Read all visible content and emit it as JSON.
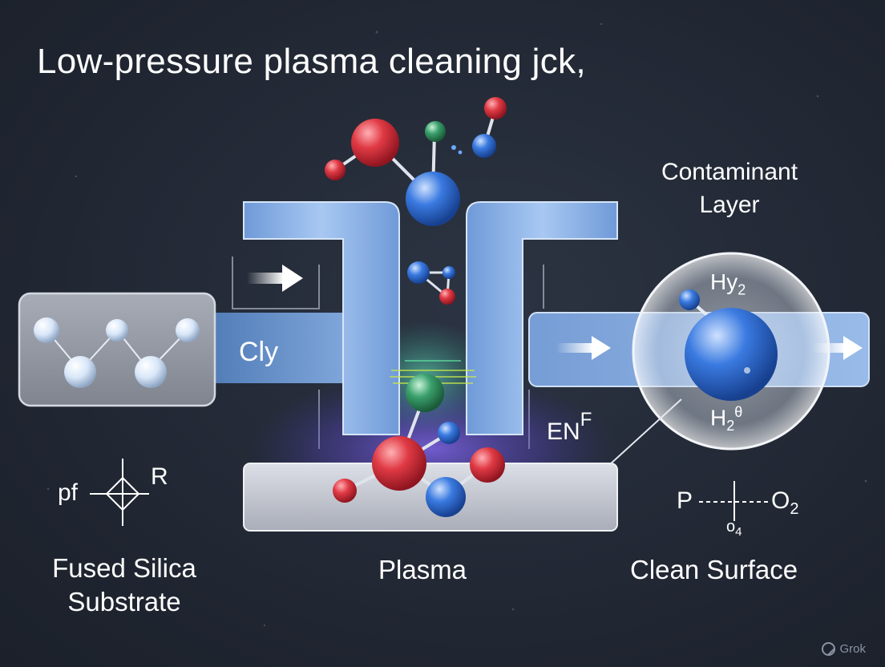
{
  "title": "Low-pressure plasma cleaning jck,",
  "labels": {
    "contaminant_line1": "Contaminant",
    "contaminant_line2": "Layer",
    "inlet_text": "Cly",
    "sphere_top": "Hy",
    "sphere_top_sub": "2",
    "sphere_bottom": "H",
    "sphere_bottom_sub": "2",
    "sphere_bottom_sup": "θ",
    "en_text": "EN",
    "en_sup": "F",
    "left_formula_prefix": "pf",
    "left_formula_r": "R",
    "right_formula_p": "P",
    "right_formula_o2": "O",
    "right_formula_o2_sub": "2",
    "right_formula_o4": "o",
    "right_formula_o4_sub": "4",
    "fused_silica_line1": "Fused Silica",
    "fused_silica_line2": "Substrate",
    "plasma": "Plasma",
    "clean_surface": "Clean Surface"
  },
  "watermark": "Grok",
  "colors": {
    "background": "#232834",
    "tube_blue": "#8fb7ea",
    "substrate_gray": "#c5c8d0",
    "atom_red": "#e03a44",
    "atom_blue": "#2f6fd8",
    "atom_green": "#3a9c68",
    "plasma_glow": "#7a5cd6"
  }
}
